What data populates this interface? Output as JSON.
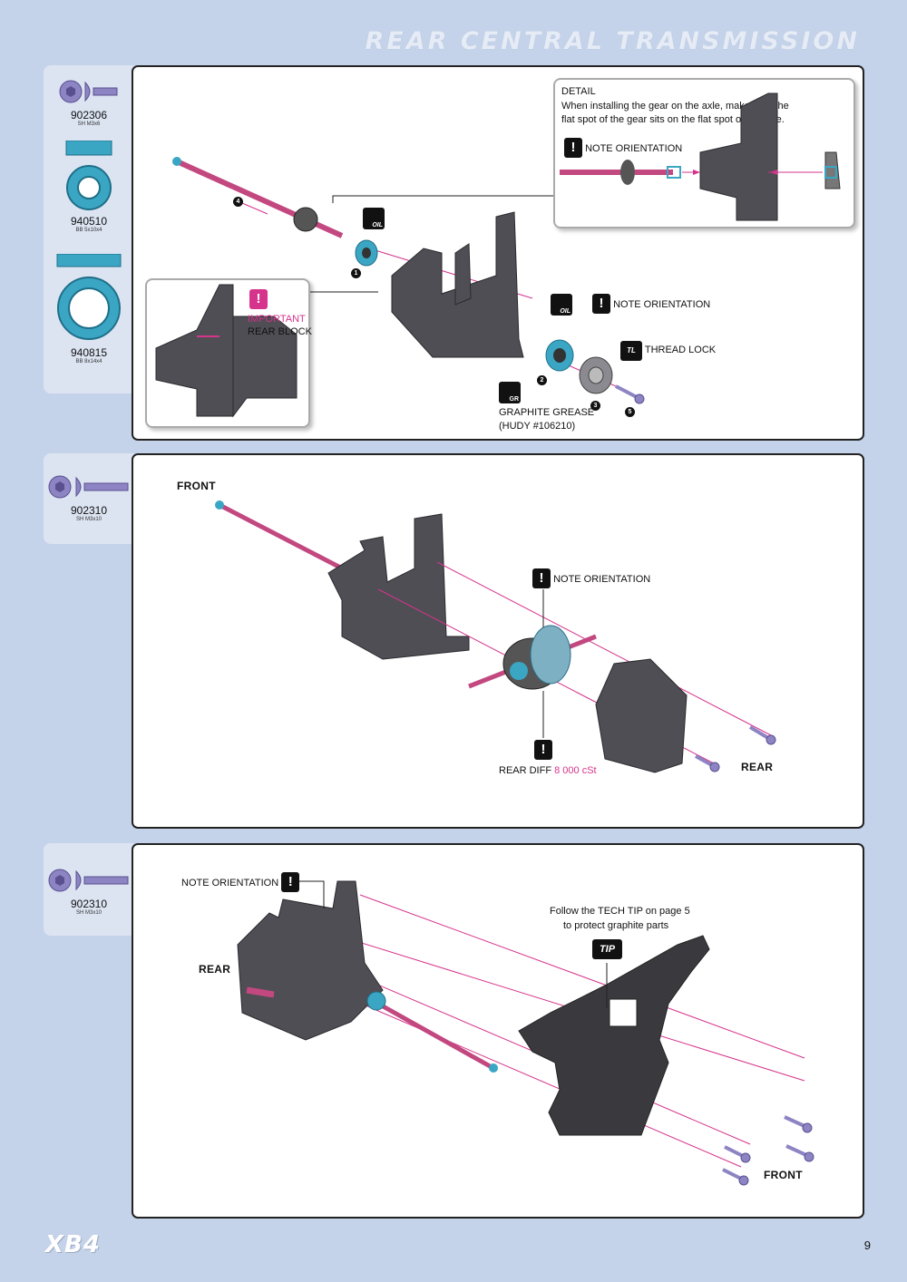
{
  "page": {
    "title": "REAR CENTRAL TRANSMISSION",
    "logo": "XB4",
    "page_number": "9"
  },
  "section1": {
    "parts": [
      {
        "code": "902306",
        "desc": "SH M3x6"
      },
      {
        "code": "940510",
        "desc": "BB 5x10x4"
      },
      {
        "code": "940815",
        "desc": "BB 8x14x4"
      }
    ],
    "detail": {
      "heading": "DETAIL",
      "text1": "When installing the gear on the axle, make sure the",
      "text2": "flat spot of the gear sits on the flat spot of the axle.",
      "note": "NOTE ORIENTATION"
    },
    "important": {
      "label1": "IMPORTANT",
      "label2": "REAR BLOCK"
    },
    "note_orientation": "NOTE ORIENTATION",
    "thread_lock": "THREAD LOCK",
    "grease1": "GRAPHITE GREASE",
    "grease2": "(HUDY #106210)",
    "icon_oil": "OIL",
    "icon_tl": "TL",
    "icon_gr": "GR",
    "steps": [
      "1",
      "2",
      "3",
      "4",
      "5"
    ]
  },
  "section2": {
    "parts": [
      {
        "code": "902310",
        "desc": "SH M3x10"
      }
    ],
    "front": "FRONT",
    "rear": "REAR",
    "note_orientation": "NOTE ORIENTATION",
    "diff_label": "REAR DIFF",
    "diff_value": "8 000 cSt"
  },
  "section3": {
    "parts": [
      {
        "code": "902310",
        "desc": "SH M3x10"
      }
    ],
    "note_orientation": "NOTE ORIENTATION",
    "tech_tip1": "Follow the TECH TIP on page 5",
    "tech_tip2": "to protect graphite parts",
    "tip_badge": "TIP",
    "rear": "REAR",
    "front": "FRONT"
  },
  "colors": {
    "accent": "#d6338c",
    "background": "#c5d3ea",
    "parts_bg": "#dce4f2",
    "bearing": "#3aa6c4",
    "screw": "#8d84c4"
  }
}
